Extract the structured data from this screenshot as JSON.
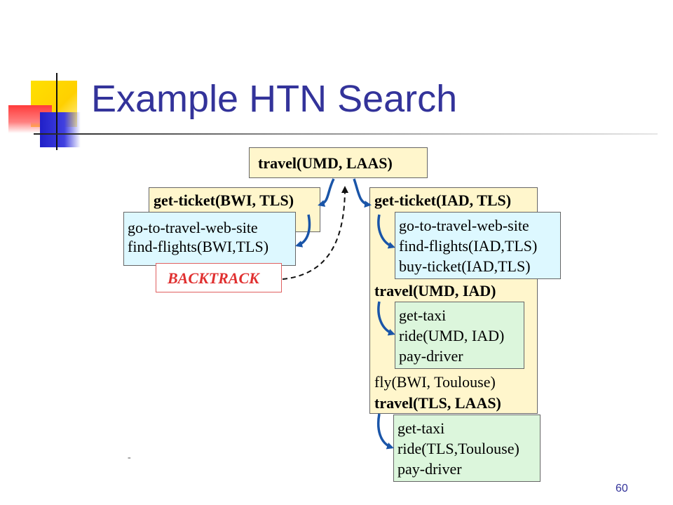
{
  "slide": {
    "title": "Example HTN Search",
    "page_number": "60"
  },
  "diagram": {
    "root": "travel(UMD, LAAS)",
    "left_branch": {
      "method": "get-ticket(BWI, TLS)",
      "subtasks": [
        "go-to-travel-web-site",
        "find-flights(BWI,TLS)"
      ],
      "backtrack_label": "BACKTRACK"
    },
    "right_branch": {
      "method": "get-ticket(IAD, TLS)",
      "ticket_subtasks": [
        "go-to-travel-web-site",
        "find-flights(IAD,TLS)",
        "buy-ticket(IAD,TLS)"
      ],
      "travel1": "travel(UMD, IAD)",
      "travel1_subtasks": [
        "get-taxi",
        "ride(UMD, IAD)",
        "pay-driver"
      ],
      "fly": "fly(BWI, Toulouse)",
      "travel2": "travel(TLS, LAAS)",
      "travel2_subtasks": [
        "get-taxi",
        "ride(TLS,Toulouse)",
        "pay-driver"
      ]
    }
  },
  "colors": {
    "title": "#33339a",
    "arrow": "#1a55a8",
    "backtrack": "#e03030",
    "yellow_box": "#fff6cc",
    "cyan_box": "#ddf8ff",
    "green_box": "#dcf6dc"
  }
}
